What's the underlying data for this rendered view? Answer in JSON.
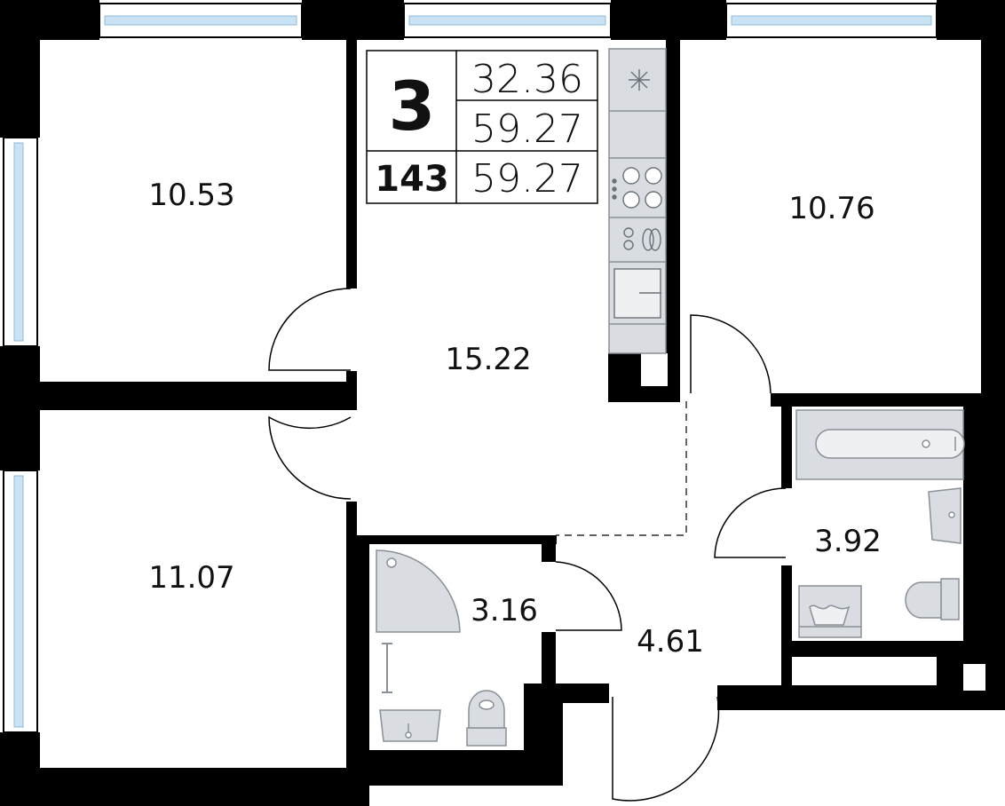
{
  "info_box": {
    "rooms_count": "3",
    "apartment_number": "143",
    "area_living": "32.36",
    "area_total": "59.27",
    "area_price": "59.27"
  },
  "rooms": [
    {
      "label": "10.53"
    },
    {
      "label": "11.07"
    },
    {
      "label": "15.22"
    },
    {
      "label": "10.76"
    },
    {
      "label": "3.16"
    },
    {
      "label": "4.61"
    },
    {
      "label": "3.92"
    }
  ],
  "colors": {
    "wall": "#000000",
    "window": "#c9e3f5",
    "window_frame": "#8fb8d8",
    "fixture": "#d9dde2",
    "fixture_stroke": "#8a9097",
    "text": "#111111"
  }
}
